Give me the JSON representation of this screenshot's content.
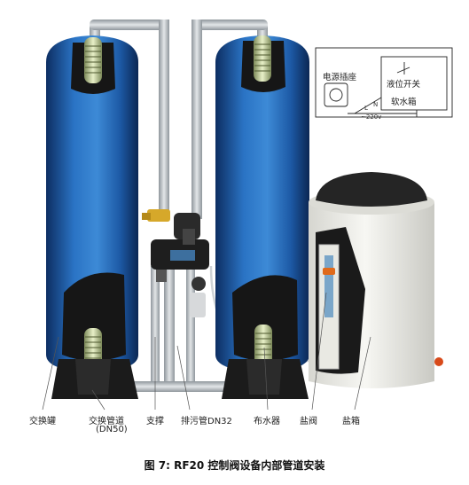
{
  "caption": "图 7:  RF20 控制阀设备内部管道安装",
  "labels": {
    "exchange_tank": "交换罐",
    "exchange_pipe": "交换管道",
    "exchange_pipe_size": "(DN50)",
    "support": "支撑",
    "drain_pipe": "排污管DN32",
    "distributor": "布水器",
    "brine_valve": "盐阀",
    "brine_tank": "盐箱"
  },
  "wiring": {
    "power_socket": "电源插座",
    "level_switch": "液位开关",
    "soft_water_tank": "软水箱",
    "voltage": "~220v",
    "terminal_l": "L",
    "terminal_n": "N"
  },
  "colors": {
    "tank_blue": "#1f5fae",
    "tank_dark": "#0e2f63",
    "pipe_gray": "#b9bec3",
    "base_black": "#1b1b1b",
    "brine_tank_white": "#eeeeea"
  }
}
